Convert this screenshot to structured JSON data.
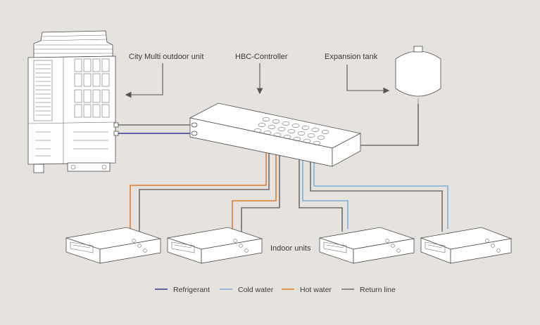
{
  "labels": {
    "outdoor_unit": "City Multi outdoor unit",
    "hbc_controller": "HBC-Controller",
    "expansion_tank": "Expansion tank",
    "indoor_units": "Indoor units"
  },
  "legend": [
    {
      "label": "Refrigerant",
      "color": "#2b3a8c"
    },
    {
      "label": "Cold water",
      "color": "#7fb0d8"
    },
    {
      "label": "Hot water",
      "color": "#e07b2e"
    },
    {
      "label": "Return line",
      "color": "#6e6e6e"
    }
  ],
  "colors": {
    "background": "#e6e3df",
    "refrigerant": "#2b3a8c",
    "cold_water": "#7fb0d8",
    "hot_water": "#e07b2e",
    "return_line": "#6e6e6e",
    "arrow": "#555555"
  }
}
